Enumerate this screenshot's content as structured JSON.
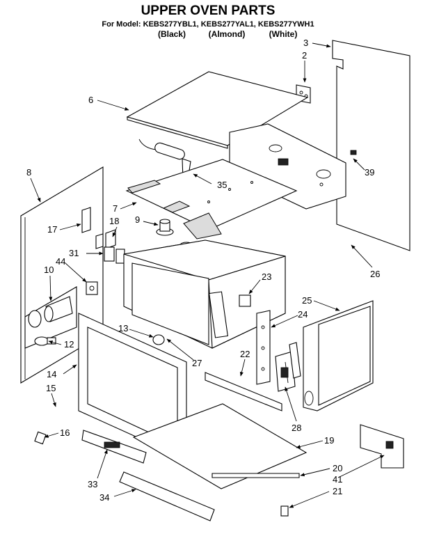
{
  "header": {
    "title": "UPPER OVEN PARTS",
    "model_line": "For Model: KEBS277YBL1, KEBS277YAL1, KEBS277YWH1",
    "colors": [
      "(Black)",
      "(Almond)",
      "(White)"
    ]
  },
  "callouts": [
    "3",
    "2",
    "6",
    "39",
    "35",
    "8",
    "7",
    "18",
    "9",
    "17",
    "31",
    "10",
    "44",
    "26",
    "23",
    "25",
    "24",
    "13",
    "12",
    "22",
    "27",
    "14",
    "15",
    "28",
    "16",
    "19",
    "33",
    "20",
    "41",
    "34",
    "21"
  ]
}
